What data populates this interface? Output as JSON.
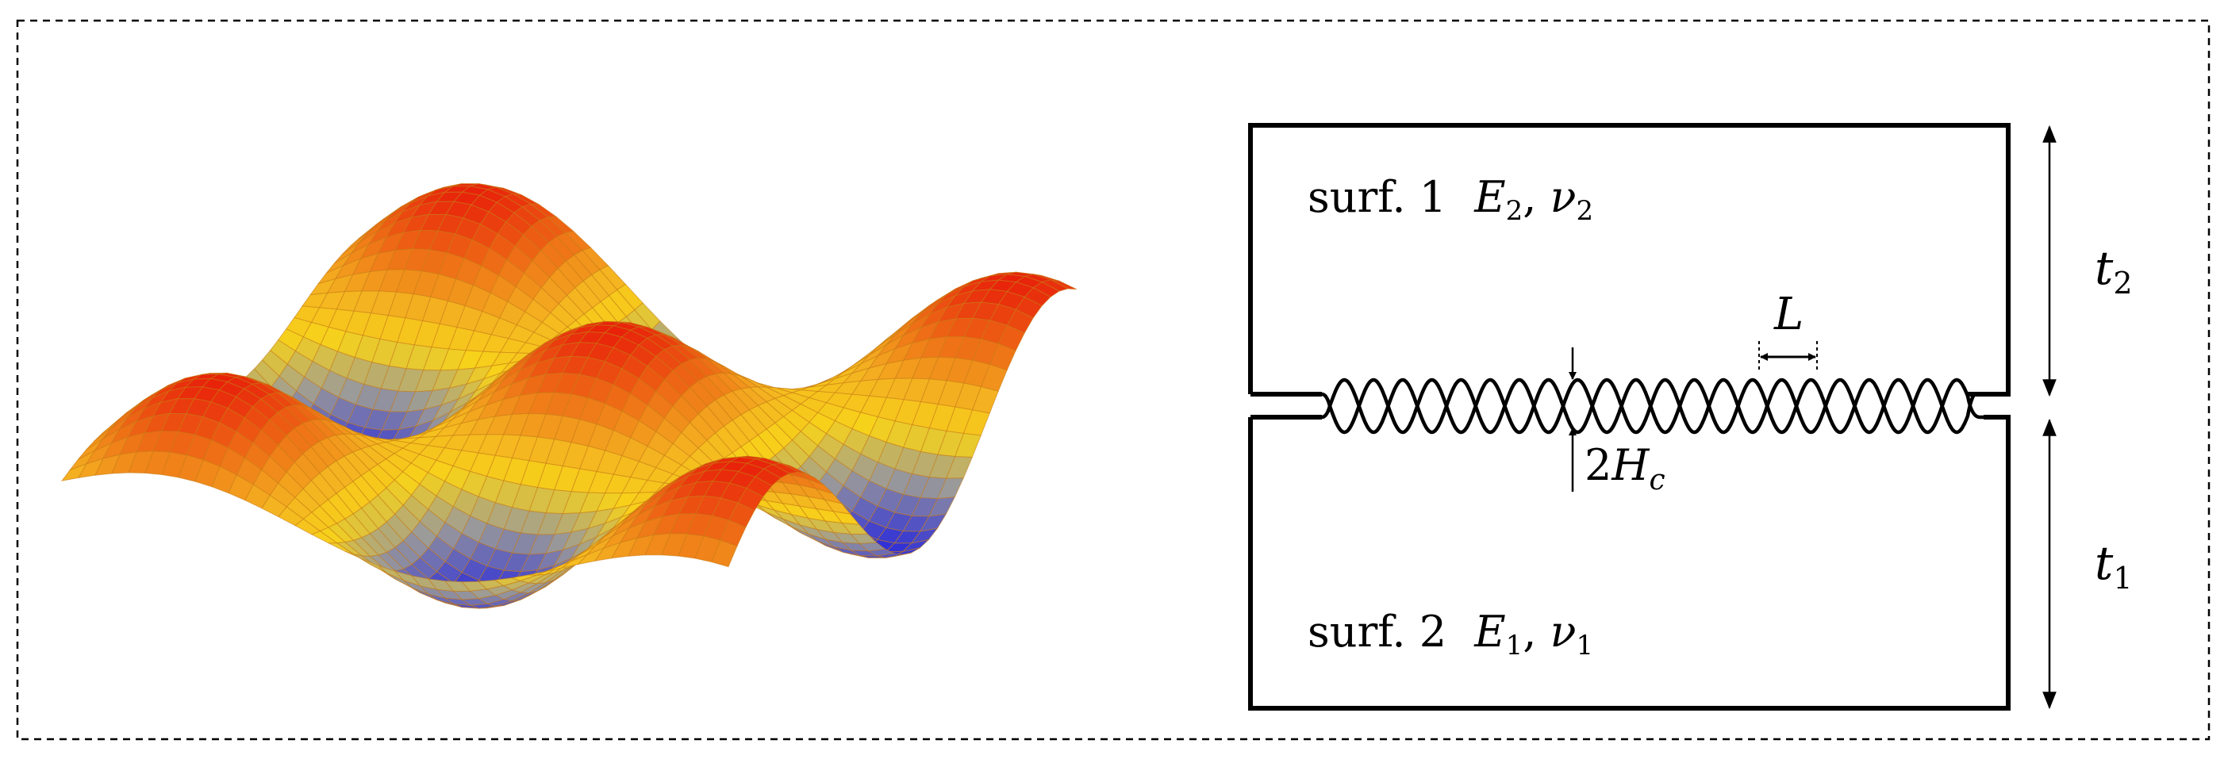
{
  "colors": {
    "outline": "#000000",
    "surface_peak": "#e8220a",
    "surface_mid": "#f7d21a",
    "surface_base": "#f4b321",
    "surface_trough": "#2e2ed8",
    "surface_trough_edge": "#9a9a9a",
    "mesh": "#c77a12"
  },
  "diagram": {
    "upper_body": {
      "surface_label": "surf. 1",
      "material_E": "E",
      "material_E_sub": "2",
      "material_nu": "ν",
      "material_nu_sub": "2"
    },
    "lower_body": {
      "surface_label": "surf. 2",
      "material_E": "E",
      "material_E_sub": "1",
      "material_nu": "ν",
      "material_nu_sub": "1"
    },
    "thickness_upper": {
      "symbol": "t",
      "subscript": "2"
    },
    "thickness_lower": {
      "symbol": "t",
      "subscript": "1"
    },
    "wavelength": {
      "symbol": "L"
    },
    "amplitude": {
      "prefix": "2",
      "symbol": "H",
      "subscript": "c"
    }
  }
}
